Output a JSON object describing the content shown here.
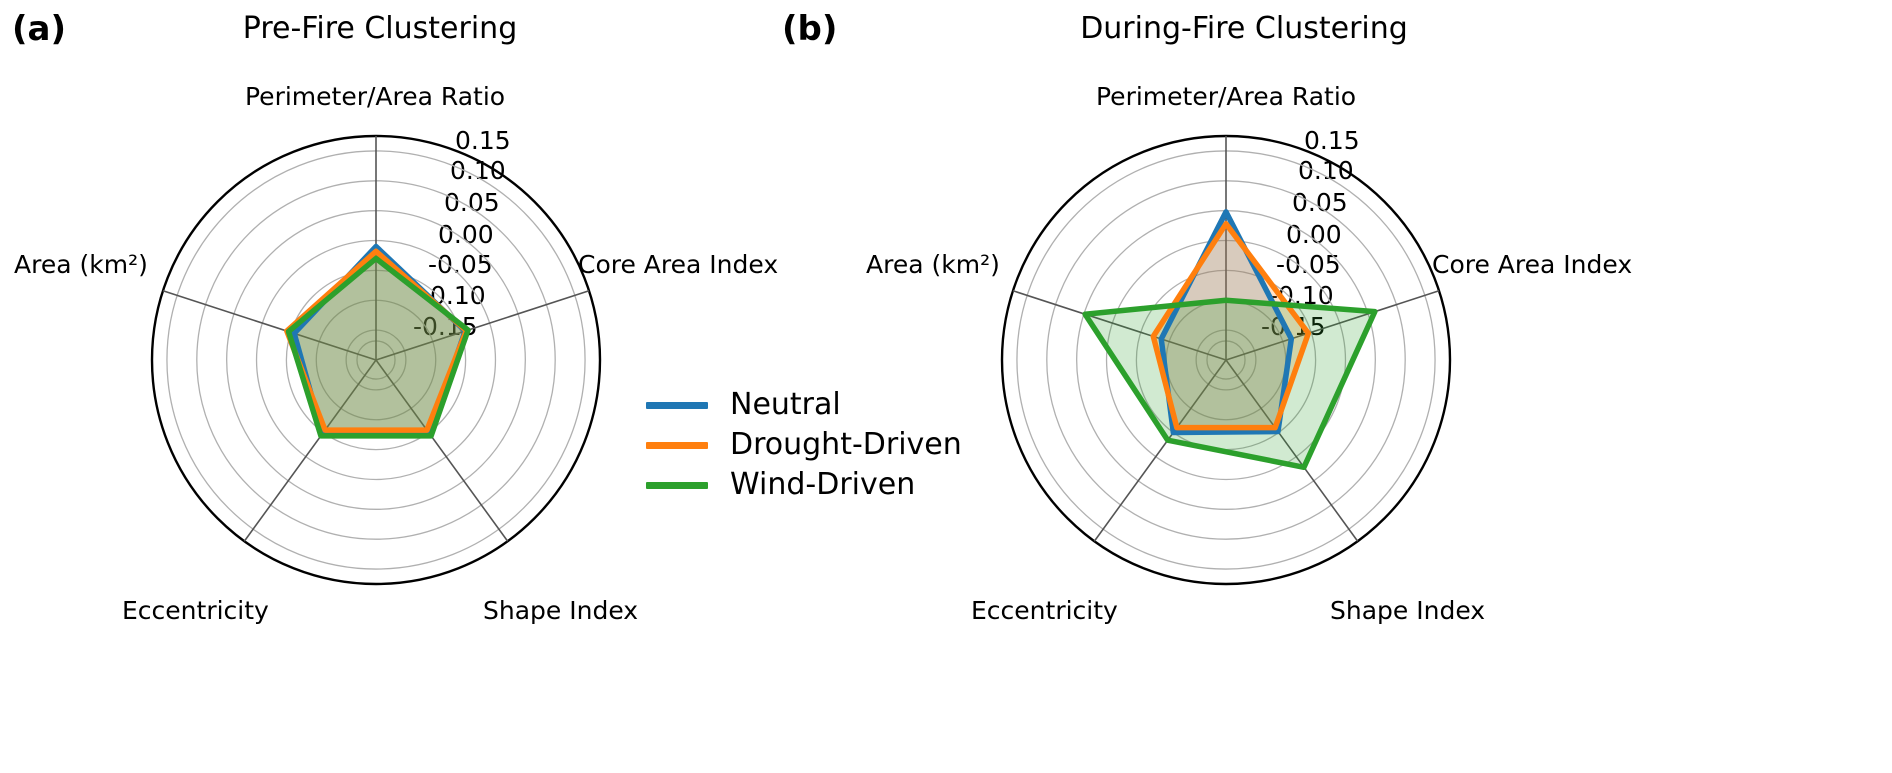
{
  "figure": {
    "background": "#ffffff",
    "panels": [
      {
        "tag": "(a)",
        "title": "Pre-Fire Clustering"
      },
      {
        "tag": "(b)",
        "title": "During-Fire Clustering"
      }
    ]
  },
  "legend": {
    "position": "center",
    "entries": [
      {
        "label": "Neutral",
        "color": "#1f77b4"
      },
      {
        "label": "Drought-Driven",
        "color": "#ff7f0e"
      },
      {
        "label": "Wind-Driven",
        "color": "#2ca02c"
      }
    ]
  },
  "axes": {
    "categories": [
      "Perimeter/Area Ratio",
      "Core Area Index",
      "Shape Index",
      "Eccentricity",
      "Area (km²)"
    ],
    "tick_labels": [
      "0.15",
      "0.10",
      "0.05",
      "0.00",
      "-0.05",
      "-0.10",
      "-0.15"
    ],
    "tick_values": [
      0.15,
      0.1,
      0.05,
      0.0,
      -0.05,
      -0.1,
      -0.15
    ],
    "rlim": [
      -0.2,
      0.175
    ],
    "grid": true
  },
  "chart_data": [
    {
      "type": "radar",
      "title": "Pre-Fire Clustering",
      "panel": "(a)",
      "categories": [
        "Perimeter/Area Ratio",
        "Core Area Index",
        "Shape Index",
        "Eccentricity",
        "Area (km²)"
      ],
      "rlim": [
        -0.2,
        0.175
      ],
      "rticks": [
        0.15,
        0.1,
        0.05,
        0.0,
        -0.05,
        -0.1,
        -0.15
      ],
      "xlabel": "",
      "ylabel": "",
      "grid": true,
      "legend_position": "center",
      "series": [
        {
          "name": "Neutral",
          "color": "#1f77b4",
          "values": [
            -0.01,
            -0.043,
            -0.048,
            -0.047,
            -0.056
          ]
        },
        {
          "name": "Drought-Driven",
          "color": "#ff7f0e",
          "values": [
            -0.018,
            -0.041,
            -0.055,
            -0.055,
            -0.043
          ]
        },
        {
          "name": "Wind-Driven",
          "color": "#2ca02c",
          "values": [
            -0.03,
            -0.038,
            -0.043,
            -0.043,
            -0.046
          ]
        }
      ]
    },
    {
      "type": "radar",
      "title": "During-Fire Clustering",
      "panel": "(b)",
      "categories": [
        "Perimeter/Area Ratio",
        "Core Area Index",
        "Shape Index",
        "Eccentricity",
        "Area (km²)"
      ],
      "rlim": [
        -0.2,
        0.175
      ],
      "rticks": [
        0.15,
        0.1,
        0.05,
        0.0,
        -0.05,
        -0.1,
        -0.15
      ],
      "xlabel": "",
      "ylabel": "",
      "grid": true,
      "legend_position": "center",
      "series": [
        {
          "name": "Neutral",
          "color": "#1f77b4",
          "values": [
            0.048,
            -0.085,
            -0.052,
            -0.05,
            -0.086
          ]
        },
        {
          "name": "Drought-Driven",
          "color": "#ff7f0e",
          "values": [
            0.028,
            -0.055,
            -0.06,
            -0.06,
            -0.072
          ]
        },
        {
          "name": "Wind-Driven",
          "color": "#2ca02c",
          "values": [
            -0.1,
            0.062,
            0.022,
            -0.034,
            0.048
          ]
        }
      ]
    }
  ]
}
